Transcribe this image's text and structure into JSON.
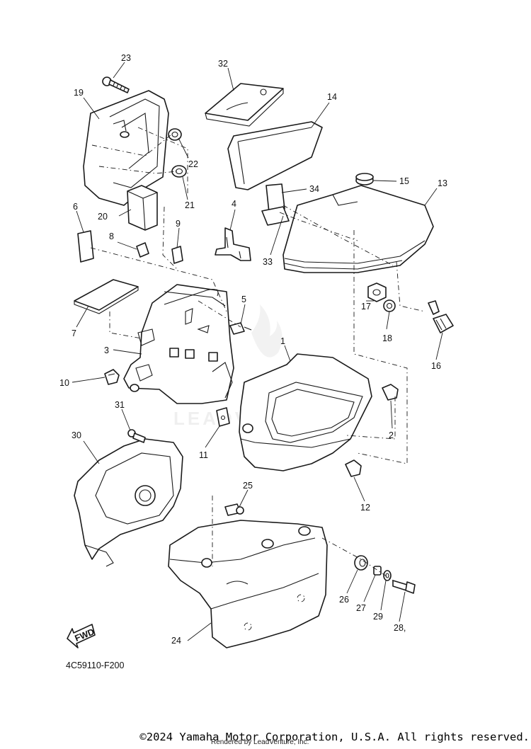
{
  "diagram": {
    "code": "4C59110-F200",
    "fwd_label": "FWD",
    "watermark": "LEADVENTURE",
    "callouts": [
      "1",
      "2",
      "3",
      "4",
      "5",
      "6",
      "7",
      "8",
      "9",
      "10",
      "11",
      "12",
      "13",
      "14",
      "15",
      "16",
      "17",
      "18",
      "19",
      "20",
      "21",
      "22",
      "23",
      "24",
      "25",
      "26",
      "27",
      "28,",
      "29",
      "30",
      "31",
      "32",
      "33",
      "34"
    ]
  },
  "footer": {
    "copyright": "©2024 Yamaha Motor Corporation, U.S.A. All rights reserved.",
    "rendered_by": "Rendered by LeadVenture, Inc."
  },
  "colors": {
    "line": "#1a1a1a",
    "background": "#ffffff"
  }
}
